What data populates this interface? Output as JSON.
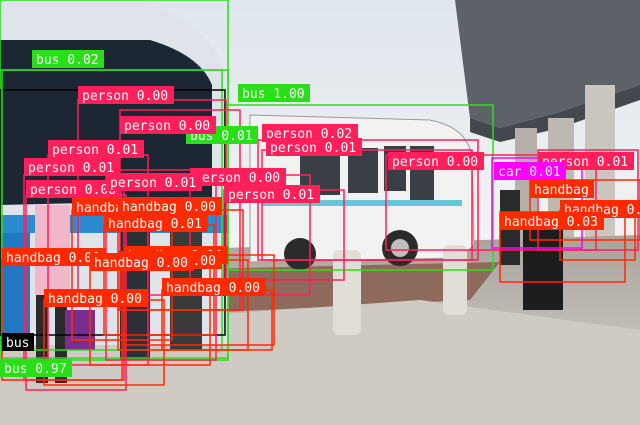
{
  "colors": {
    "person": "#ff1f5b",
    "bus": "#2adf19",
    "car": "#ff00ff",
    "handbag": "#ff2a00",
    "truck": "#000000"
  },
  "detections": [
    {
      "text": "bus 0.02",
      "cls": "bus"
    },
    {
      "text": "bus 1.00",
      "cls": "bus"
    },
    {
      "text": "bus 0.01",
      "cls": "bus"
    },
    {
      "text": "bus",
      "cls": "truck"
    },
    {
      "text": "bus 0.97",
      "cls": "bus"
    },
    {
      "text": "person 0.00",
      "cls": "person"
    },
    {
      "text": "person 0.00",
      "cls": "person"
    },
    {
      "text": "person 0.02",
      "cls": "person"
    },
    {
      "text": "person 0.01",
      "cls": "person"
    },
    {
      "text": "person 0.01",
      "cls": "person"
    },
    {
      "text": "person 0.00",
      "cls": "person"
    },
    {
      "text": "person 0.01",
      "cls": "person"
    },
    {
      "text": "person 0.01",
      "cls": "person"
    },
    {
      "text": "person 0.00",
      "cls": "person"
    },
    {
      "text": "person 0.01",
      "cls": "person"
    },
    {
      "text": "person 0.00",
      "cls": "person"
    },
    {
      "text": "person 0.01",
      "cls": "person"
    },
    {
      "text": "car 0.01",
      "cls": "car"
    },
    {
      "text": "handbag 0.00",
      "cls": "handbag"
    },
    {
      "text": "handbag 0.01",
      "cls": "handbag"
    },
    {
      "text": "handbag 0.00",
      "cls": "handbag"
    },
    {
      "text": "handbag 0.01",
      "cls": "handbag"
    },
    {
      "text": "handbag 0.00",
      "cls": "handbag"
    },
    {
      "text": "handbag 0.04",
      "cls": "handbag"
    },
    {
      "text": "handbag 0.00",
      "cls": "handbag"
    },
    {
      "text": "handbag 0.00",
      "cls": "handbag"
    },
    {
      "text": "handbag 0.00",
      "cls": "handbag"
    },
    {
      "text": "handbag 0.00",
      "cls": "handbag"
    },
    {
      "text": "handbag",
      "cls": "handbag"
    },
    {
      "text": "handbag 0.03",
      "cls": "handbag"
    }
  ]
}
